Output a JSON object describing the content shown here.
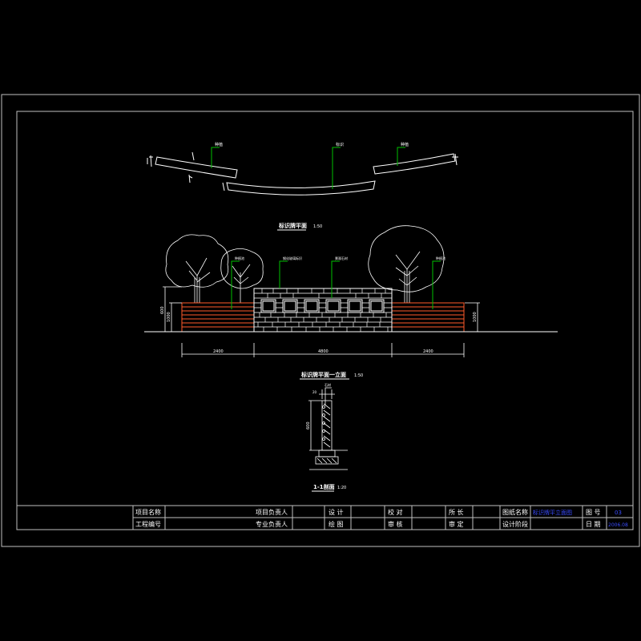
{
  "drawing": {
    "plan_view": {
      "title": "标识牌平面",
      "scale": "1:50",
      "callouts": [
        "种植",
        "标识",
        "种植"
      ]
    },
    "elevation_view": {
      "title": "标识牌平面一立面",
      "scale": "1:50",
      "callouts": [
        "种植池",
        "钢化玻璃标识",
        "景观石材",
        "种植池"
      ],
      "dims": [
        "2400",
        "4800",
        "2400"
      ],
      "heights_left": [
        "600",
        "1000"
      ],
      "height_right": "1000"
    },
    "section_view": {
      "title": "1-1剖面",
      "scale": "1:20",
      "dim_top": "20",
      "dim_side": "600",
      "callout": "石材"
    }
  },
  "title_block": {
    "row1": {
      "project_name_label": "项目名称",
      "project_manager_label": "项目负责人",
      "design_label": "设 计",
      "check_label": "校 对",
      "director_label": "所 长",
      "drawing_name_label": "图纸名称",
      "drawing_name_value": "标识牌平立面图",
      "drawing_no_label": "图 号",
      "drawing_no_value": "03"
    },
    "row2": {
      "project_no_label": "工程编号",
      "discipline_manager_label": "专业负责人",
      "drafting_label": "绘 图",
      "review_label": "审 核",
      "approve_label": "审 定",
      "design_stage_label": "设计阶段",
      "date_label": "日 期",
      "date_value": "2006.08"
    }
  },
  "colors": {
    "background": "#000000",
    "line": "#ffffff",
    "callout": "#00c000",
    "wood": "#ff5a2a",
    "accent_text": "#3a4cff",
    "frame": "#bfbfbf"
  }
}
